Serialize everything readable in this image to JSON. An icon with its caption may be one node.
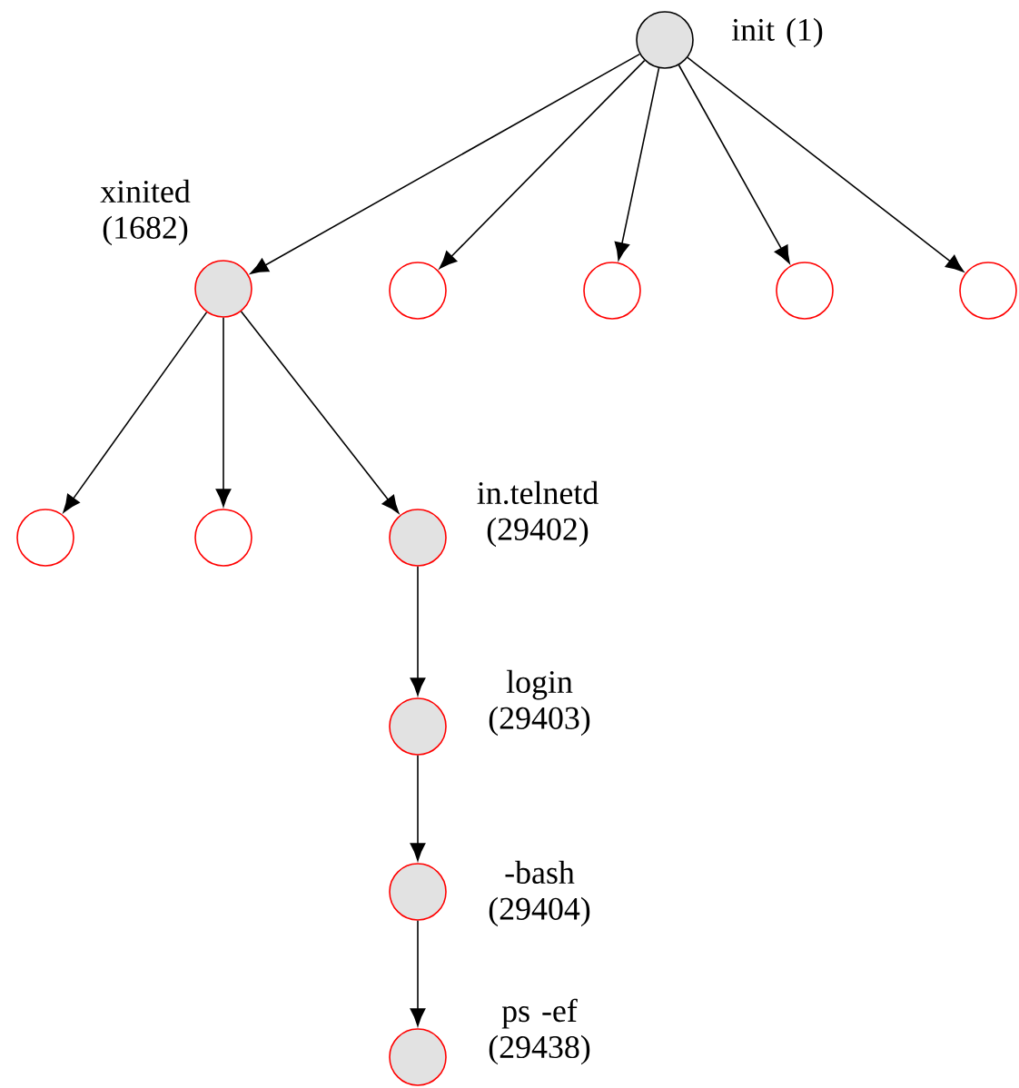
{
  "diagram": {
    "nodes": [
      {
        "text": [],
        "shape": "circle",
        "beside": [
          "init (1)"
        ]
      },
      {
        "text": [],
        "shape": "circle",
        "beside": [
          "xinited (1682)"
        ]
      },
      {
        "text": [],
        "shape": "circle"
      },
      {
        "text": [],
        "shape": "circle"
      },
      {
        "text": [],
        "shape": "circle"
      },
      {
        "text": [],
        "shape": "circle"
      },
      {
        "text": [],
        "shape": "circle"
      },
      {
        "text": [],
        "shape": "circle"
      },
      {
        "text": [],
        "shape": "circle",
        "beside": [
          "in.telnetd (29402)"
        ]
      },
      {
        "text": [],
        "shape": "circle",
        "beside": [
          "login (29403)"
        ]
      },
      {
        "text": [],
        "shape": "circle",
        "beside": [
          "-bash (29404)"
        ]
      },
      {
        "text": [],
        "shape": "circle",
        "beside": [
          "ps -ef (29438)"
        ]
      }
    ],
    "edges": [
      {
        "from": 0,
        "to": 1,
        "arrow": "to"
      },
      {
        "from": 0,
        "to": 2,
        "arrow": "to"
      },
      {
        "from": 0,
        "to": 3,
        "arrow": "to"
      },
      {
        "from": 0,
        "to": 4,
        "arrow": "to"
      },
      {
        "from": 0,
        "to": 5,
        "arrow": "to"
      },
      {
        "from": 1,
        "to": 6,
        "arrow": "to"
      },
      {
        "from": 1,
        "to": 7,
        "arrow": "to"
      },
      {
        "from": 1,
        "to": 8,
        "arrow": "to"
      },
      {
        "from": 8,
        "to": 9,
        "arrow": "to"
      },
      {
        "from": 9,
        "to": 10,
        "arrow": "to"
      },
      {
        "from": 10,
        "to": 11,
        "arrow": "to"
      }
    ]
  }
}
